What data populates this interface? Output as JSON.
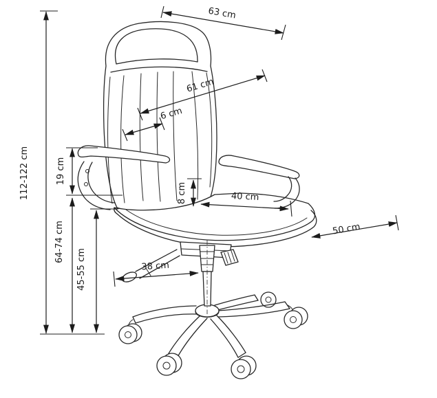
{
  "diagram": {
    "subject": "office-swivel-chair-dimension-drawing",
    "unit": "cm",
    "line_color": "#1c1c1c",
    "background": "#ffffff",
    "labels": {
      "back_width_top": "63 cm",
      "back_width_mid": "61 cm",
      "side_bolster": "6 cm",
      "total_height": "112-122 cm",
      "seat_to_armrest": "19 cm",
      "armrest_height": "64-74 cm",
      "seat_height": "45-55 cm",
      "cushion_thickness": "8 cm",
      "seat_width": "40 cm",
      "seat_depth": "50 cm",
      "base_width": "38 cm"
    }
  }
}
